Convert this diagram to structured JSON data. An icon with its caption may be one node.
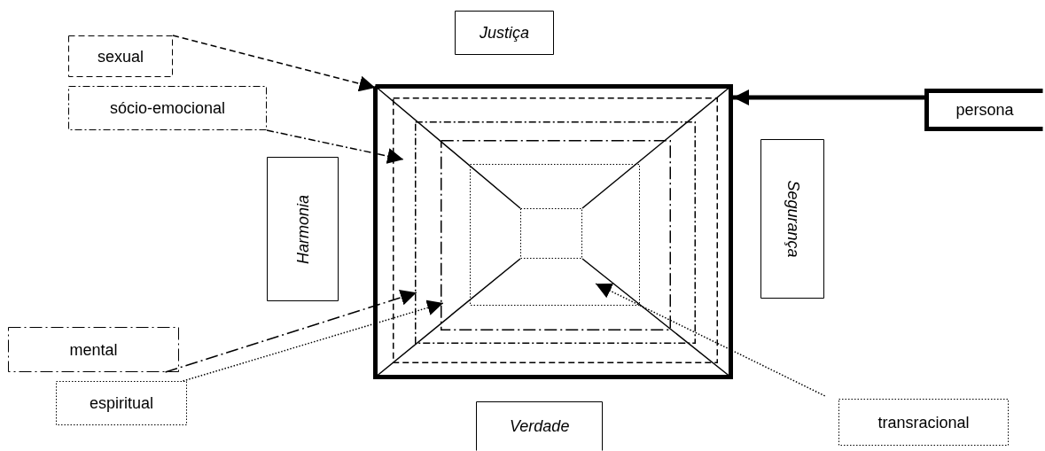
{
  "diagram": {
    "nodes": [
      {
        "text": [
          "Justiça"
        ]
      },
      {
        "text": [
          "sexual"
        ]
      },
      {
        "text": [
          "sócio-emocional"
        ]
      },
      {
        "text": [
          "Harmonia"
        ]
      },
      {
        "text": [],
        "shape": "box"
      },
      {
        "text": [],
        "shape": "box",
        "in": 4
      },
      {
        "text": [],
        "shape": "box",
        "in": 5
      },
      {
        "text": [],
        "shape": "box",
        "in": 6
      },
      {
        "text": [],
        "shape": "box",
        "in": 7
      },
      {
        "text": [],
        "shape": "box",
        "in": 8
      },
      {
        "text": [
          "Segurança"
        ]
      },
      {
        "text": [
          "persona"
        ]
      },
      {
        "text": [
          "mental"
        ]
      },
      {
        "text": [
          "espiritual"
        ]
      },
      {
        "text": [
          "Verdade"
        ]
      },
      {
        "text": [
          "transracional"
        ]
      }
    ],
    "edges": [
      {
        "from": 1,
        "to": 4,
        "arrow": "to",
        "style": "dashed"
      },
      {
        "from": 2,
        "to": 5,
        "arrow": "to",
        "style": "dashed"
      },
      {
        "from": 11,
        "to": 4,
        "arrow": "to",
        "style": "thick"
      },
      {
        "from": 12,
        "to": 6,
        "arrow": "to",
        "style": "dashed"
      },
      {
        "from": 13,
        "to": 7,
        "arrow": "to",
        "style": "dashed"
      },
      {
        "from": 15,
        "to": 8,
        "arrow": "to",
        "style": "dashed"
      }
    ]
  }
}
